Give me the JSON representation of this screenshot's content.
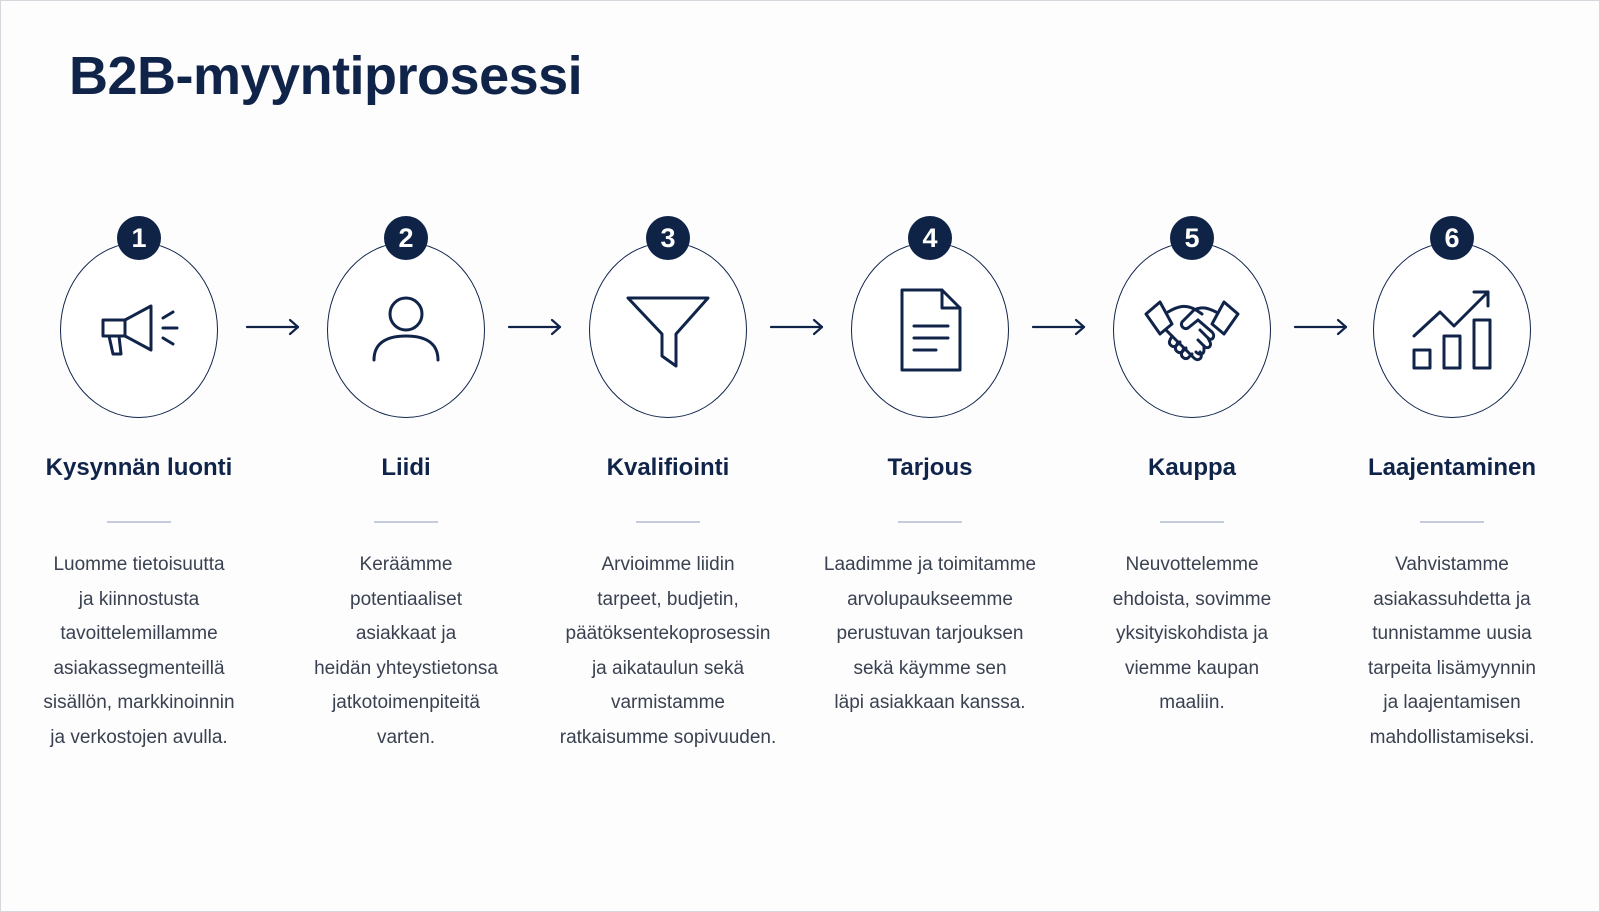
{
  "title": "B2B-myyntiprosessi",
  "steps": [
    {
      "number": "1",
      "icon": "megaphone-icon",
      "title": "Kysynnän luonti",
      "lines": [
        "Luomme tietoisuutta",
        "ja kiinnostusta",
        "tavoittelemillamme",
        "asiakassegmenteillä",
        "sisällön, markkinoinnin",
        "ja verkostojen avulla."
      ]
    },
    {
      "number": "2",
      "icon": "user-icon",
      "title": "Liidi",
      "lines": [
        "Keräämme",
        "potentiaaliset",
        "asiakkaat  ja",
        "heidän yhteystietonsa",
        "jatkotoimenpiteitä",
        "varten."
      ]
    },
    {
      "number": "3",
      "icon": "funnel-icon",
      "title": "Kvalifiointi",
      "lines": [
        "Arvioimme liidin",
        "tarpeet, budjetin,",
        "päätöksentekoprosessin",
        "ja aikataulun sekä",
        "varmistamme",
        "ratkaisumme sopivuuden."
      ]
    },
    {
      "number": "4",
      "icon": "document-icon",
      "title": "Tarjous",
      "lines": [
        "Laadimme ja toimitamme",
        "arvolupaukseemme",
        "perustuvan tarjouksen",
        "sekä käymme sen",
        "läpi asiakkaan kanssa."
      ]
    },
    {
      "number": "5",
      "icon": "handshake-icon",
      "title": "Kauppa",
      "lines": [
        "Neuvottelemme",
        "ehdoista, sovimme",
        "yksityiskohdista ja",
        "viemme kaupan",
        "maaliin."
      ]
    },
    {
      "number": "6",
      "icon": "growth-chart-icon",
      "title": "Laajentaminen",
      "lines": [
        "Vahvistamme",
        "asiakassuhdetta ja",
        "tunnistamme uusia",
        "tarpeita lisämyynnin",
        "ja laajentamisen",
        "mahdollistamiseksi."
      ]
    }
  ],
  "colors": {
    "primary": "#10244a",
    "text": "#3a4150",
    "divider": "#c4cbdc"
  }
}
